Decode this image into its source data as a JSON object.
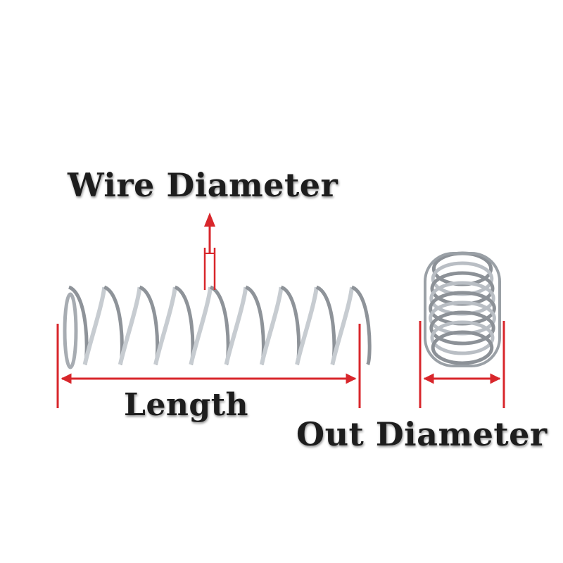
{
  "labels": {
    "wire_diameter": "Wire Diameter",
    "length": "Length",
    "out_diameter": "Out Diameter"
  },
  "colors": {
    "dimension_line": "#d8262b",
    "spring_steel": "#9aa0a6",
    "label_text": "#1d1d1d",
    "background": "#ffffff"
  },
  "illustration": {
    "long_spring_coils": 9,
    "short_spring_coils": 9
  }
}
